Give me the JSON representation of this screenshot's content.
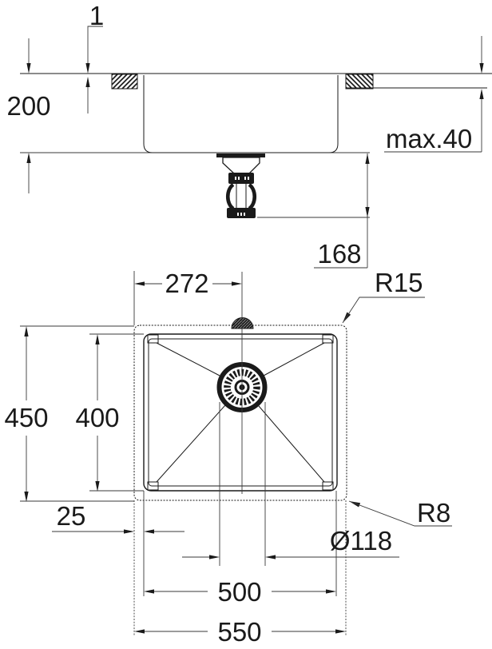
{
  "drawing": {
    "type": "undermount-sink installation drawing",
    "colors": {
      "line": "#1a1a1a",
      "background": "#ffffff"
    },
    "side_view": {
      "rim_height_label": "1",
      "bowl_depth_label": "200",
      "countertop_thickness_label": "max.40",
      "drain_clearance_label": "168"
    },
    "plan_view": {
      "drain_center_from_left_label": "272",
      "bowl_corner_radius_label": "R15",
      "outer_depth_label": "450",
      "bowl_inner_depth_label": "400",
      "rim_offset_label": "25",
      "outer_corner_radius_label": "R8",
      "drain_diameter_label": "Ø118",
      "bowl_inner_width_label": "500",
      "outer_width_label": "550"
    }
  }
}
